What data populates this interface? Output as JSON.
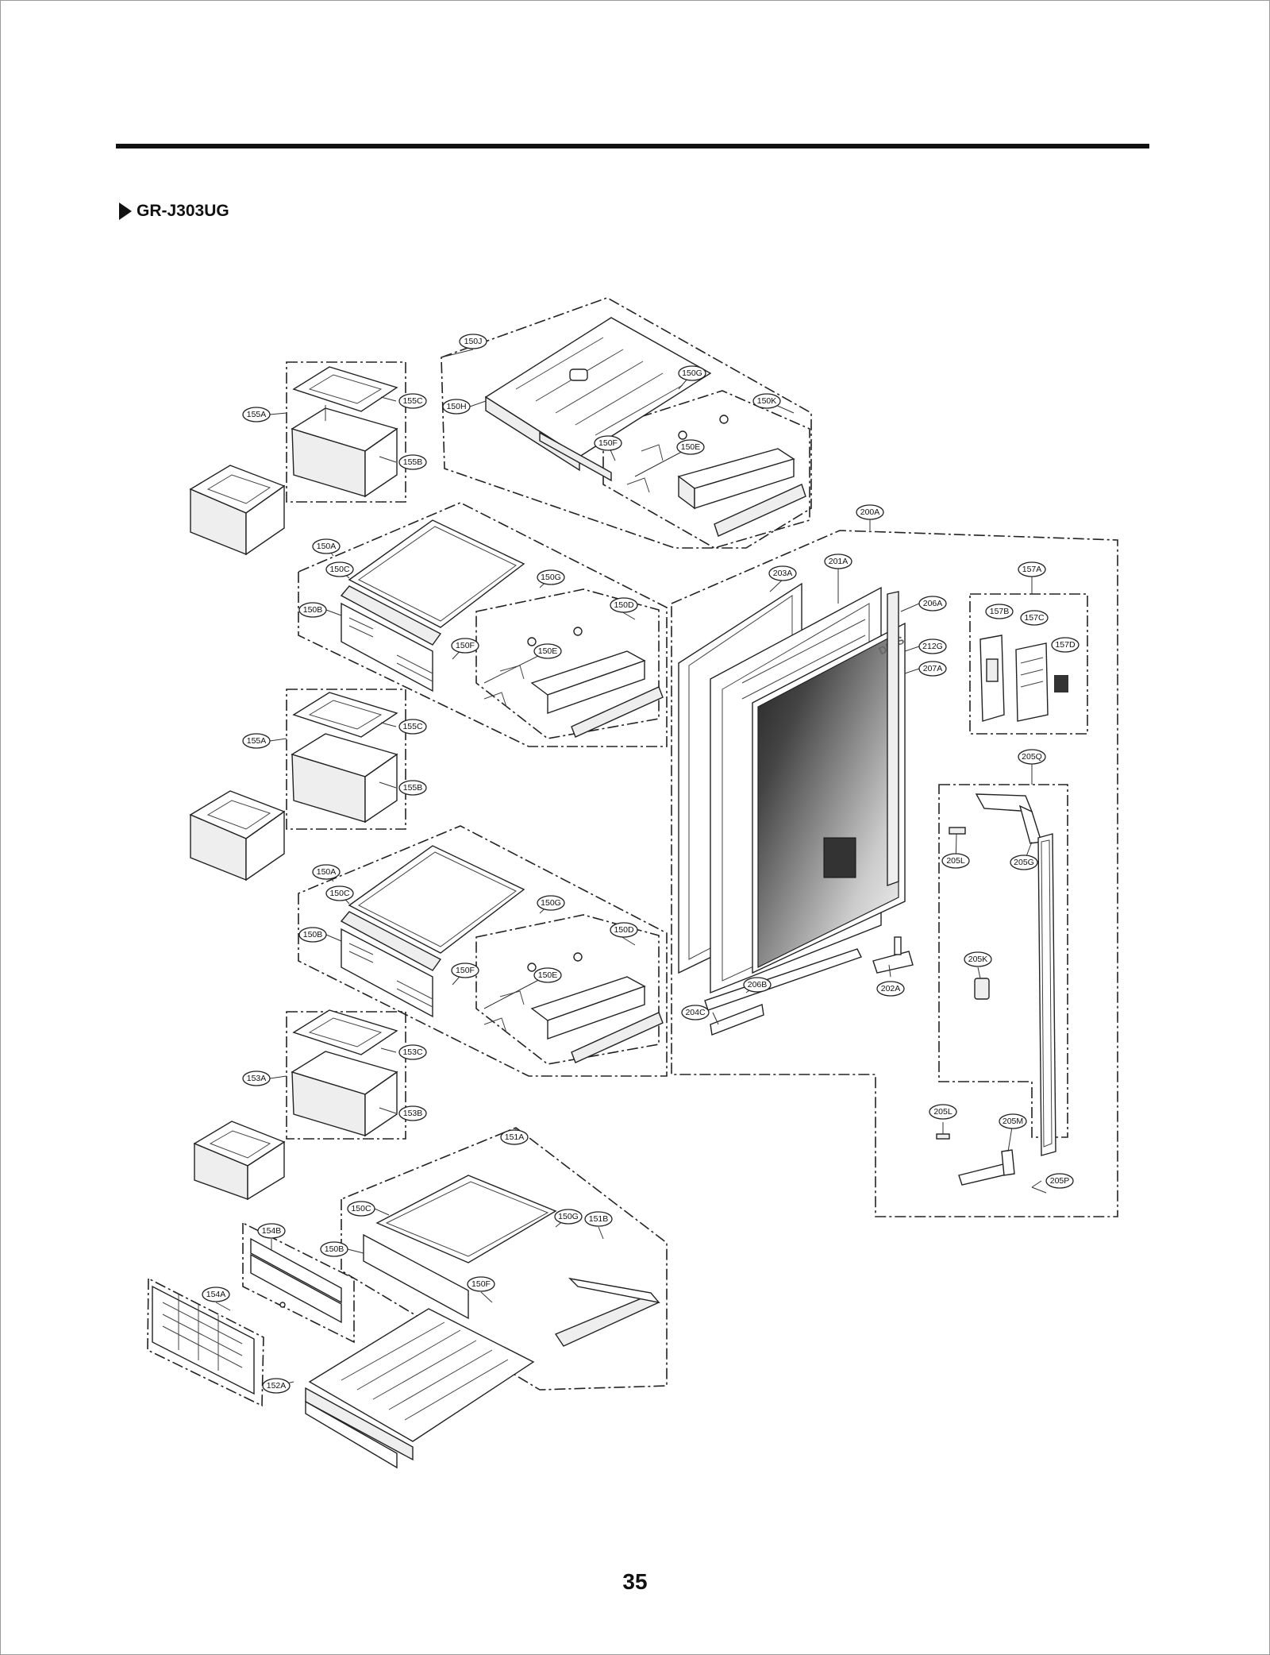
{
  "header": {
    "model": "GR-J303UG"
  },
  "footer": {
    "page_number": "35"
  },
  "callouts": [
    {
      "id": "c01",
      "text": "150J"
    },
    {
      "id": "c02",
      "text": "150G"
    },
    {
      "id": "c03",
      "text": "150H"
    },
    {
      "id": "c04",
      "text": "150K"
    },
    {
      "id": "c05",
      "text": "150F"
    },
    {
      "id": "c06",
      "text": "150E"
    },
    {
      "id": "c07",
      "text": "155A"
    },
    {
      "id": "c08",
      "text": "155C"
    },
    {
      "id": "c09",
      "text": "155B"
    },
    {
      "id": "c10",
      "text": "150A"
    },
    {
      "id": "c11",
      "text": "150C"
    },
    {
      "id": "c12",
      "text": "150G"
    },
    {
      "id": "c13",
      "text": "150D"
    },
    {
      "id": "c14",
      "text": "150B"
    },
    {
      "id": "c15",
      "text": "150F"
    },
    {
      "id": "c16",
      "text": "150E"
    },
    {
      "id": "c17",
      "text": "155A"
    },
    {
      "id": "c18",
      "text": "155C"
    },
    {
      "id": "c19",
      "text": "155B"
    },
    {
      "id": "c20",
      "text": "150A"
    },
    {
      "id": "c21",
      "text": "150C"
    },
    {
      "id": "c22",
      "text": "150G"
    },
    {
      "id": "c23",
      "text": "150D"
    },
    {
      "id": "c24",
      "text": "150B"
    },
    {
      "id": "c25",
      "text": "150F"
    },
    {
      "id": "c26",
      "text": "150E"
    },
    {
      "id": "c27",
      "text": "153A"
    },
    {
      "id": "c28",
      "text": "153C"
    },
    {
      "id": "c29",
      "text": "153B"
    },
    {
      "id": "c30",
      "text": "151A"
    },
    {
      "id": "c31",
      "text": "150C"
    },
    {
      "id": "c32",
      "text": "150G"
    },
    {
      "id": "c33",
      "text": "151B"
    },
    {
      "id": "c34",
      "text": "154B"
    },
    {
      "id": "c35",
      "text": "150B"
    },
    {
      "id": "c36",
      "text": "150F"
    },
    {
      "id": "c37",
      "text": "154A"
    },
    {
      "id": "c38",
      "text": "152A"
    },
    {
      "id": "c39",
      "text": "200A"
    },
    {
      "id": "c40",
      "text": "201A"
    },
    {
      "id": "c41",
      "text": "203A"
    },
    {
      "id": "c42",
      "text": "206A"
    },
    {
      "id": "c43",
      "text": "212G"
    },
    {
      "id": "c44",
      "text": "207A"
    },
    {
      "id": "c45",
      "text": "157A"
    },
    {
      "id": "c46",
      "text": "157B"
    },
    {
      "id": "c47",
      "text": "157C"
    },
    {
      "id": "c48",
      "text": "157D"
    },
    {
      "id": "c49",
      "text": "205Q"
    },
    {
      "id": "c50",
      "text": "205L"
    },
    {
      "id": "c51",
      "text": "205G"
    },
    {
      "id": "c52",
      "text": "205K"
    },
    {
      "id": "c53",
      "text": "206B"
    },
    {
      "id": "c54",
      "text": "202A"
    },
    {
      "id": "c55",
      "text": "204C"
    },
    {
      "id": "c56",
      "text": "205L"
    },
    {
      "id": "c57",
      "text": "205M"
    },
    {
      "id": "c58",
      "text": "205P"
    }
  ]
}
